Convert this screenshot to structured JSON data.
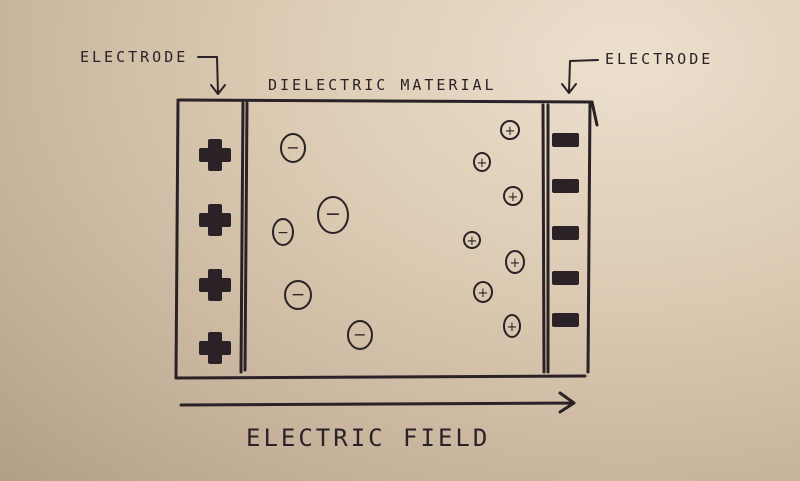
{
  "labels": {
    "electrode_left": "ELECTRODE",
    "electrode_right": "ELECTRODE",
    "dielectric": "DIELECTRIC MATERIAL",
    "field": "ELECTRIC FIELD"
  },
  "charges": {
    "negative_symbol": "−",
    "positive_symbol": "+",
    "negative_count": 5,
    "positive_count": 7,
    "left_electrode_plus_count": 4,
    "right_electrode_minus_count": 5
  },
  "colors": {
    "ink": "#2a2226",
    "paper": "#dccab3"
  }
}
